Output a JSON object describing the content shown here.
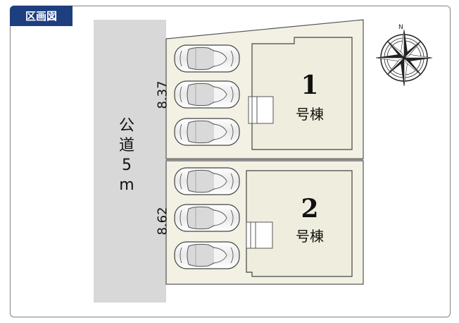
{
  "header": {
    "title": "区画図"
  },
  "road": {
    "label_chars": [
      "公",
      "道",
      "5",
      "m"
    ]
  },
  "dimensions": {
    "lot1_frontage": "8.37",
    "lot2_frontage": "8.62"
  },
  "lots": [
    {
      "number": "1",
      "name": "号棟",
      "parking_spaces": 3
    },
    {
      "number": "2",
      "name": "号棟",
      "parking_spaces": 3
    }
  ],
  "compass": {
    "north_label": "N"
  },
  "colors": {
    "header_bg": "#1e3f7f",
    "road": "#d8d8d8",
    "lot_fill": "#f2f1e4",
    "building_fill": "#efeede"
  }
}
